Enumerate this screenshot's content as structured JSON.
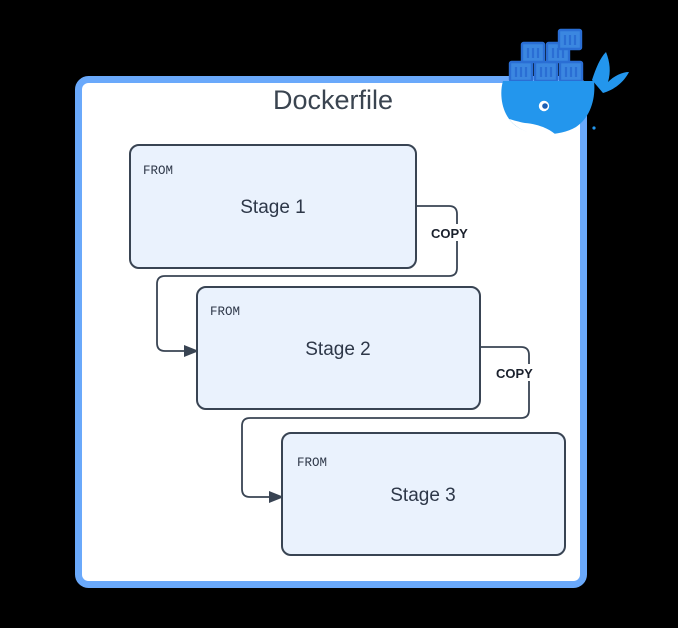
{
  "diagram": {
    "title": "Dockerfile",
    "logo": {
      "name": "docker-whale-logo",
      "body_color": "#2396ed",
      "container_color": "#2a6ed4",
      "container_fill": "#3b87e0"
    },
    "frame": {
      "border_color": "#6aa9fb",
      "background_color": "#ffffff"
    },
    "box_style": {
      "fill": "#eaf2fd",
      "stroke": "#394453",
      "text_color": "#2d3748"
    },
    "stages": [
      {
        "id": "stage-1",
        "keyword": "FROM",
        "label": "Stage 1"
      },
      {
        "id": "stage-2",
        "keyword": "FROM",
        "label": "Stage 2"
      },
      {
        "id": "stage-3",
        "keyword": "FROM",
        "label": "Stage 3"
      }
    ],
    "connectors": [
      {
        "id": "copy-1",
        "label": "COPY",
        "from": "Stage 1",
        "to": "Stage 2"
      },
      {
        "id": "copy-2",
        "label": "COPY",
        "from": "Stage 2",
        "to": "Stage 3"
      }
    ]
  }
}
